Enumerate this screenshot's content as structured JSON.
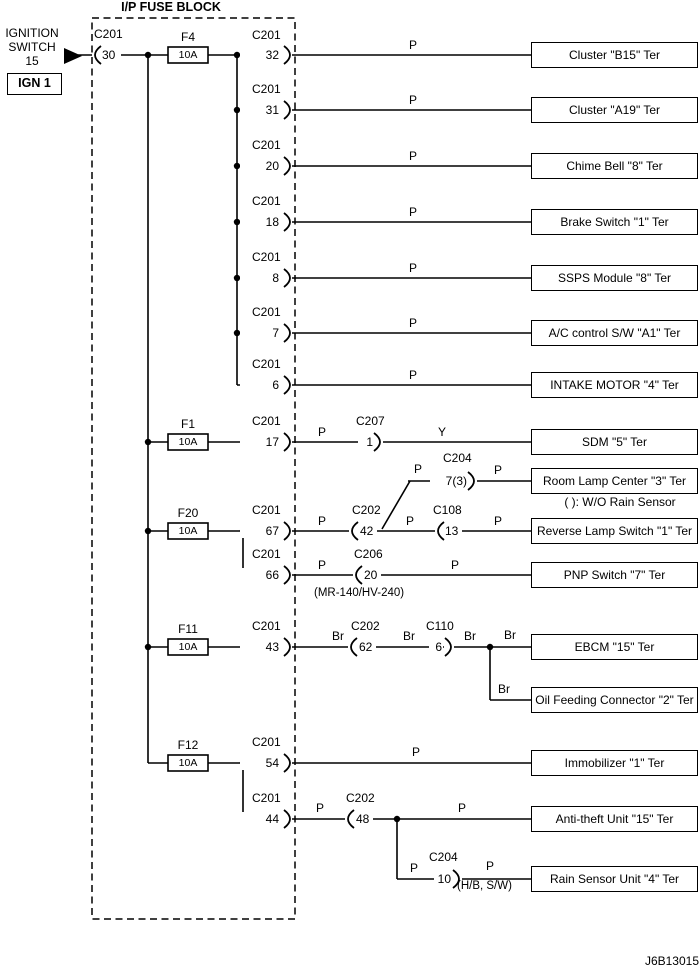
{
  "title": "I/P FUSE BLOCK",
  "figure_id": "J6B13015",
  "source": {
    "label": "IGNITION\nSWITCH\n15",
    "circuit": "IGN 1"
  },
  "notes": {
    "room_lamp": "( ): W/O Rain Sensor",
    "pnp": "(MR-140/HV-240)",
    "rain_sensor": "(H/B, S/W)"
  },
  "fuses": [
    {
      "name": "F4",
      "rating": "10A"
    },
    {
      "name": "F1",
      "rating": "10A"
    },
    {
      "name": "F20",
      "rating": "10A"
    },
    {
      "name": "F11",
      "rating": "10A"
    },
    {
      "name": "F12",
      "rating": "10A"
    }
  ],
  "connectors": [
    {
      "name": "C201",
      "pin": "30"
    },
    {
      "name": "C201",
      "pin": "32"
    },
    {
      "name": "C201",
      "pin": "31"
    },
    {
      "name": "C201",
      "pin": "20"
    },
    {
      "name": "C201",
      "pin": "18"
    },
    {
      "name": "C201",
      "pin": "8"
    },
    {
      "name": "C201",
      "pin": "7"
    },
    {
      "name": "C201",
      "pin": "6"
    },
    {
      "name": "C201",
      "pin": "17"
    },
    {
      "name": "C207",
      "pin": "1"
    },
    {
      "name": "C204",
      "pin": "7(3)"
    },
    {
      "name": "C201",
      "pin": "67"
    },
    {
      "name": "C202",
      "pin": "42"
    },
    {
      "name": "C108",
      "pin": "13"
    },
    {
      "name": "C201",
      "pin": "66"
    },
    {
      "name": "C206",
      "pin": "20"
    },
    {
      "name": "C201",
      "pin": "43"
    },
    {
      "name": "C202",
      "pin": "62"
    },
    {
      "name": "C110",
      "pin": "6"
    },
    {
      "name": "C201",
      "pin": "54"
    },
    {
      "name": "C201",
      "pin": "44"
    },
    {
      "name": "C202",
      "pin": "48"
    },
    {
      "name": "C204",
      "pin": "10"
    }
  ],
  "wire_labels": [
    "P",
    "P",
    "P",
    "P",
    "P",
    "P",
    "P",
    "P",
    "Y",
    "P",
    "P",
    "P",
    "P",
    "P",
    "P",
    "P",
    "Br",
    "Br",
    "Br",
    "Br",
    "Br",
    "P",
    "P",
    "P",
    "P",
    "P"
  ],
  "components": [
    "Cluster \"B15\" Ter",
    "Cluster \"A19\" Ter",
    "Chime Bell \"8\" Ter",
    "Brake Switch \"1\" Ter",
    "SSPS Module \"8\" Ter",
    "A/C control S/W \"A1\" Ter",
    "INTAKE MOTOR \"4\" Ter",
    "SDM \"5\" Ter",
    "Room Lamp Center \"3\" Ter",
    "Reverse Lamp Switch \"1\" Ter",
    "PNP Switch \"7\" Ter",
    "EBCM \"15\" Ter",
    "Oil Feeding Connector \"2\" Ter",
    "Immobilizer \"1\" Ter",
    "Anti-theft Unit \"15\" Ter",
    "Rain Sensor Unit \"4\" Ter"
  ]
}
